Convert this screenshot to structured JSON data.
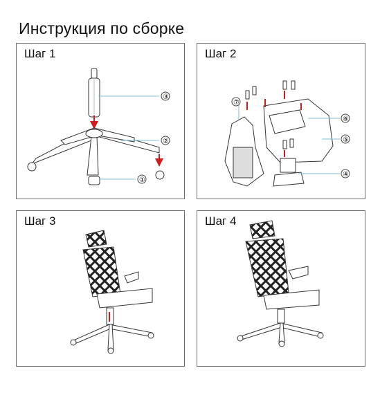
{
  "title": "Инструкция по сборке",
  "steps": [
    {
      "label": "Шаг 1",
      "callouts": [
        "③",
        "②",
        "①"
      ]
    },
    {
      "label": "Шаг 2",
      "callouts": [
        "⑦",
        "⑥",
        "⑤",
        "④"
      ]
    },
    {
      "label": "Шаг 3"
    },
    {
      "label": "Шаг 4"
    }
  ],
  "colors": {
    "arrow": "#d21b1b",
    "line": "#333333",
    "leader": "#7fbcd6",
    "mesh": "#222222"
  }
}
